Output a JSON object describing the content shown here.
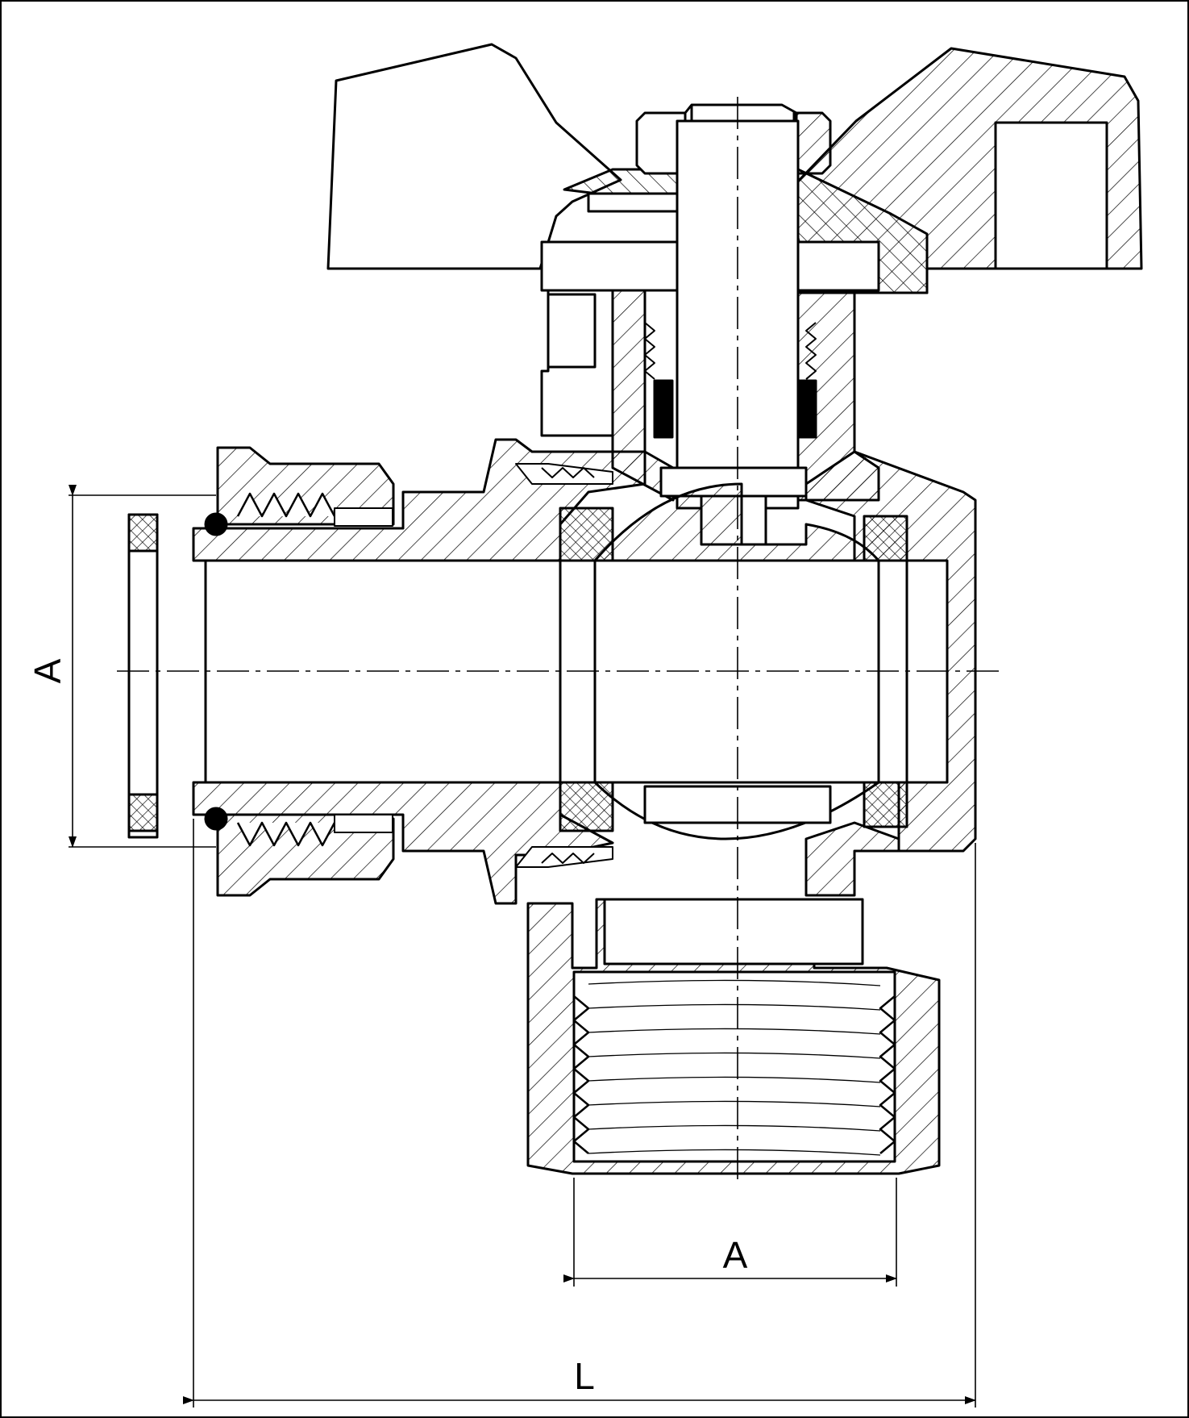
{
  "dimensions": {
    "a_vertical": "A",
    "a_horizontal": "A",
    "l_length": "L"
  },
  "colors": {
    "ink": "#000000",
    "paper": "#ffffff"
  }
}
